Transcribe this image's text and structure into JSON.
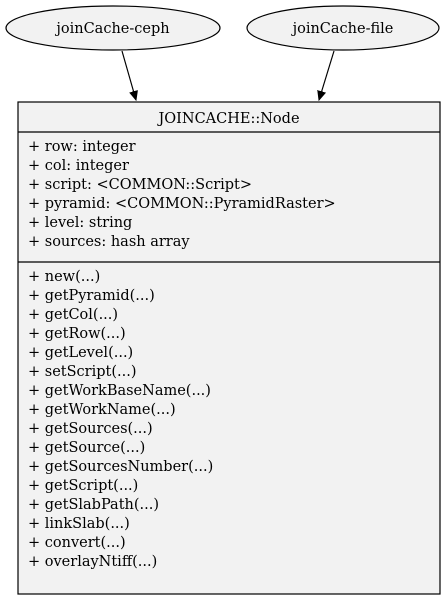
{
  "colors": {
    "background": "#ffffff",
    "node_fill": "#f2f2f2",
    "stroke": "#000000",
    "text": "#000000"
  },
  "nodes": {
    "ceph": {
      "label": "joinCache-ceph"
    },
    "file": {
      "label": "joinCache-file"
    }
  },
  "class_node": {
    "title": "JOINCACHE::Node",
    "attributes": [
      "+ row: integer",
      "+ col: integer",
      "+ script: <COMMON::Script>",
      "+ pyramid: <COMMON::PyramidRaster>",
      "+ level: string",
      "+ sources: hash array"
    ],
    "methods": [
      "+ new(...)",
      "+ getPyramid(...)",
      "+ getCol(...)",
      "+ getRow(...)",
      "+ getLevel(...)",
      "+ setScript(...)",
      "+ getWorkBaseName(...)",
      "+ getWorkName(...)",
      "+ getSources(...)",
      "+ getSource(...)",
      "+ getSourcesNumber(...)",
      "+ getScript(...)",
      "+ getSlabPath(...)",
      "+ linkSlab(...)",
      "+ convert(...)",
      "+ overlayNtiff(...)"
    ]
  },
  "edges": [
    {
      "from": "joinCache-ceph",
      "to": "JOINCACHE::Node"
    },
    {
      "from": "joinCache-file",
      "to": "JOINCACHE::Node"
    }
  ]
}
